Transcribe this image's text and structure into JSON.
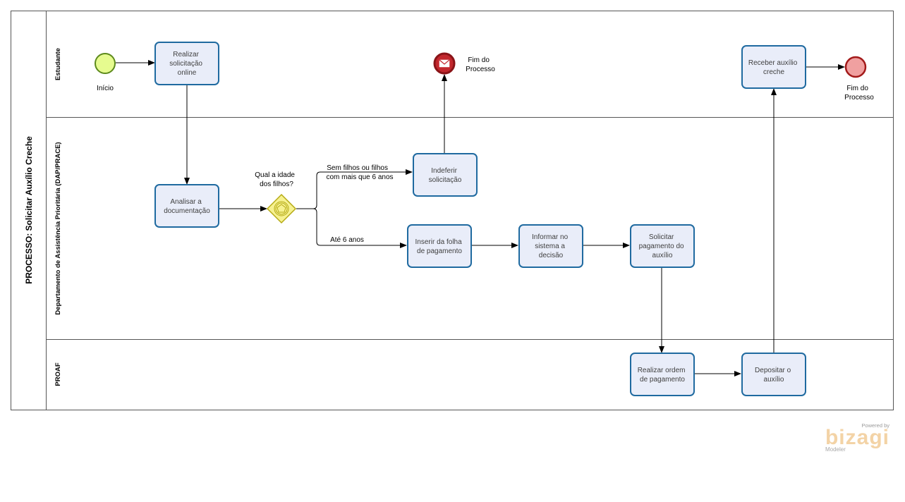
{
  "pool": {
    "title": "PROCESSO: Solicitar Auxílio Creche"
  },
  "lanes": [
    {
      "id": "estudante",
      "title": "Estudante"
    },
    {
      "id": "dap",
      "title": "Departamento de Assistência Prioritária (DAP/PRACE)"
    },
    {
      "id": "proaf",
      "title": "PROAF"
    }
  ],
  "events": {
    "start_label": "Início",
    "end_message_label": [
      "Fim do",
      "Processo"
    ],
    "end_label": [
      "Fim do",
      "Processo"
    ]
  },
  "tasks": {
    "realizar_solicitacao": [
      "Realizar",
      "solicitação",
      "online"
    ],
    "analisar_documentacao": [
      "Analisar a",
      "documentação"
    ],
    "indeferir_solicitacao": [
      "Indeferir",
      "solicitação"
    ],
    "inserir_folha": [
      "Inserir da folha",
      "de pagamento"
    ],
    "informar_sistema": [
      "Informar no",
      "sistema a",
      "decisão"
    ],
    "solicitar_pagamento": [
      "Solicitar",
      "pagamento do",
      "auxílio"
    ],
    "receber_auxilio": [
      "Receber auxílio",
      "creche"
    ],
    "realizar_ordem": [
      "Realizar ordem",
      "de pagamento"
    ],
    "depositar_auxilio": [
      "Depositar o",
      "auxílio"
    ]
  },
  "gateway": {
    "question": [
      "Qual a idade",
      "dos filhos?"
    ]
  },
  "flows": {
    "sem_filhos": [
      "Sem filhos ou filhos",
      "com mais que 6 anos"
    ],
    "ate_6_anos": "Até 6 anos"
  },
  "colors": {
    "task_fill": "#e9edf9",
    "task_stroke": "#1f6aa0",
    "start_fill": "#e6fb8f",
    "start_stroke": "#5d8a1c",
    "end_fill": "#f0a0a0",
    "end_stroke": "#a31a1a",
    "gateway_fill": "#f6f190",
    "gateway_stroke": "#b5aa14"
  },
  "branding": {
    "powered": "Powered by",
    "name": "bizagi",
    "product": "Modeler"
  }
}
